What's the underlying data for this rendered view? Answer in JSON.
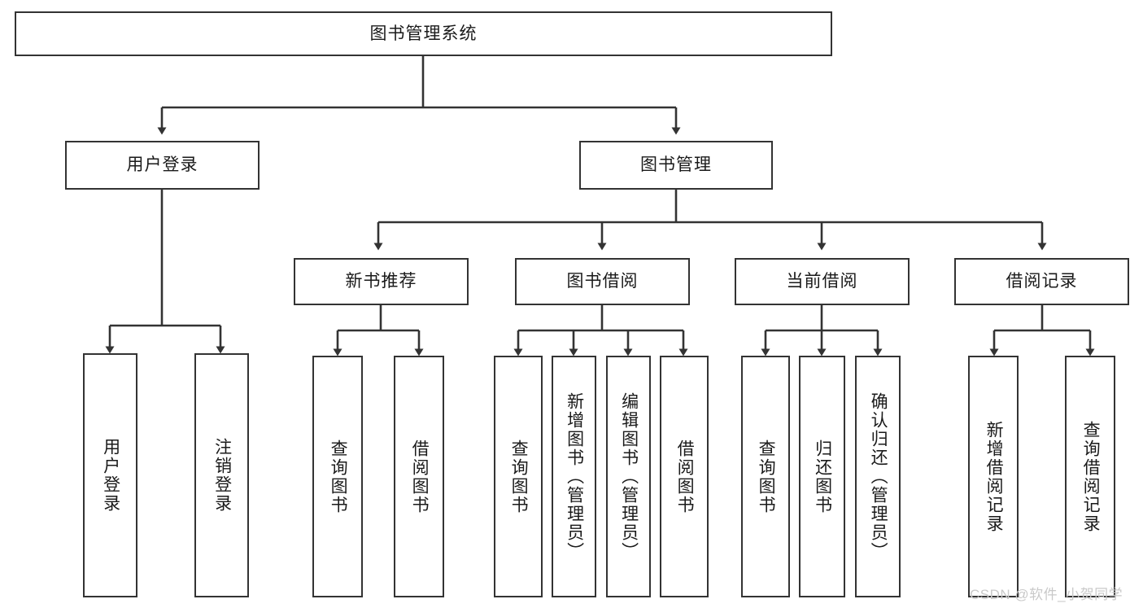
{
  "diagram": {
    "title": "图书管理系统",
    "type": "tree",
    "watermark": "CSDN @软件_小贺同学",
    "colors": {
      "background": "#ffffff",
      "node_border": "#333333",
      "node_fill": "#ffffff",
      "edge": "#333333",
      "text": "#1a1a1a",
      "watermark": "#c9c9c9"
    },
    "levels": [
      {
        "level": 1,
        "orientation": "horizontal",
        "nodes": [
          {
            "id": "root",
            "label": "图书管理系统"
          }
        ]
      },
      {
        "level": 2,
        "orientation": "horizontal",
        "nodes": [
          {
            "id": "login",
            "label": "用户登录",
            "parent": "root"
          },
          {
            "id": "bookmgmt",
            "label": "图书管理",
            "parent": "root"
          }
        ]
      },
      {
        "level": 3,
        "orientation": "horizontal",
        "nodes": [
          {
            "id": "newbook",
            "label": "新书推荐",
            "parent": "bookmgmt"
          },
          {
            "id": "borrow",
            "label": "图书借阅",
            "parent": "bookmgmt"
          },
          {
            "id": "current",
            "label": "当前借阅",
            "parent": "bookmgmt"
          },
          {
            "id": "records",
            "label": "借阅记录",
            "parent": "bookmgmt"
          }
        ]
      },
      {
        "level": 4,
        "orientation": "vertical",
        "nodes": [
          {
            "id": "leaf1",
            "label": "用户登录",
            "parent": "login"
          },
          {
            "id": "leaf2",
            "label": "注销登录",
            "parent": "login"
          },
          {
            "id": "leaf3",
            "label": "查询图书",
            "parent": "newbook"
          },
          {
            "id": "leaf4",
            "label": "借阅图书",
            "parent": "newbook"
          },
          {
            "id": "leaf5",
            "label": "查询图书",
            "parent": "borrow"
          },
          {
            "id": "leaf6",
            "label": "新增图书（管理员）",
            "parent": "borrow"
          },
          {
            "id": "leaf7",
            "label": "编辑图书（管理员）",
            "parent": "borrow"
          },
          {
            "id": "leaf8",
            "label": "借阅图书",
            "parent": "borrow"
          },
          {
            "id": "leaf9",
            "label": "查询图书",
            "parent": "current"
          },
          {
            "id": "leaf10",
            "label": "归还图书",
            "parent": "current"
          },
          {
            "id": "leaf11",
            "label": "确认归还（管理员）",
            "parent": "current"
          },
          {
            "id": "leaf12",
            "label": "新增借阅记录",
            "parent": "records"
          },
          {
            "id": "leaf13",
            "label": "查询借阅记录",
            "parent": "records"
          }
        ]
      }
    ]
  }
}
